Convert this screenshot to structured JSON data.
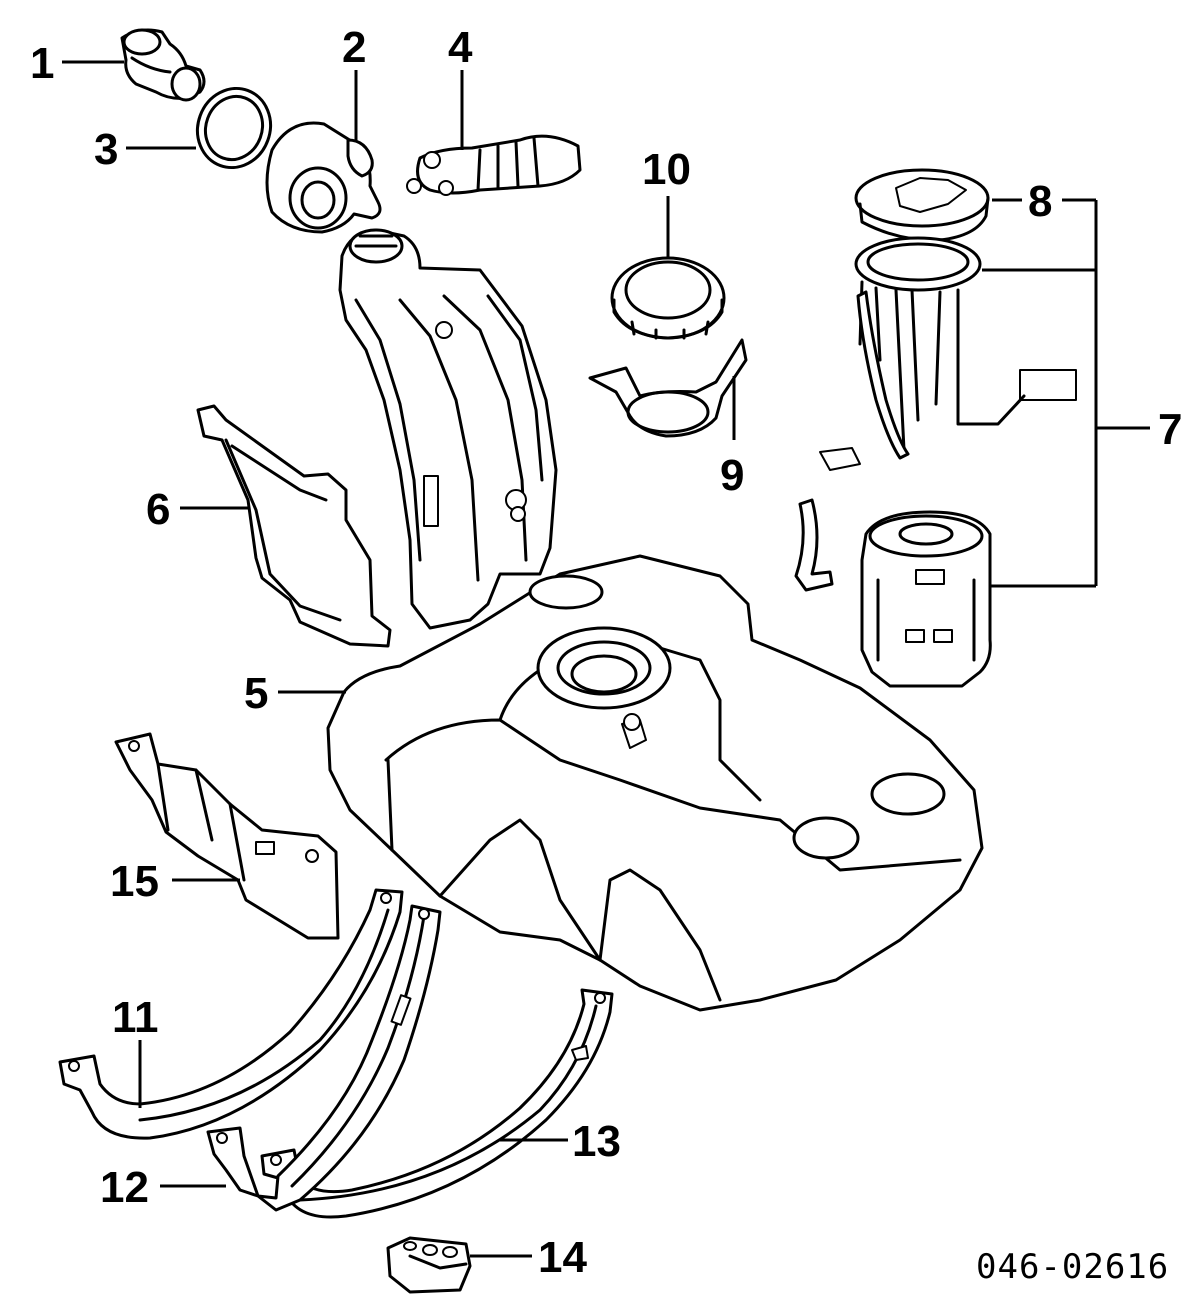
{
  "diagram": {
    "reference_code": "046-02616",
    "callouts": [
      {
        "id": "1",
        "label": "1"
      },
      {
        "id": "2",
        "label": "2"
      },
      {
        "id": "3",
        "label": "3"
      },
      {
        "id": "4",
        "label": "4"
      },
      {
        "id": "5",
        "label": "5"
      },
      {
        "id": "6",
        "label": "6"
      },
      {
        "id": "7",
        "label": "7"
      },
      {
        "id": "8",
        "label": "8"
      },
      {
        "id": "9",
        "label": "9"
      },
      {
        "id": "10",
        "label": "10"
      },
      {
        "id": "11",
        "label": "11"
      },
      {
        "id": "12",
        "label": "12"
      },
      {
        "id": "13",
        "label": "13"
      },
      {
        "id": "14",
        "label": "14"
      },
      {
        "id": "15",
        "label": "15"
      }
    ]
  }
}
